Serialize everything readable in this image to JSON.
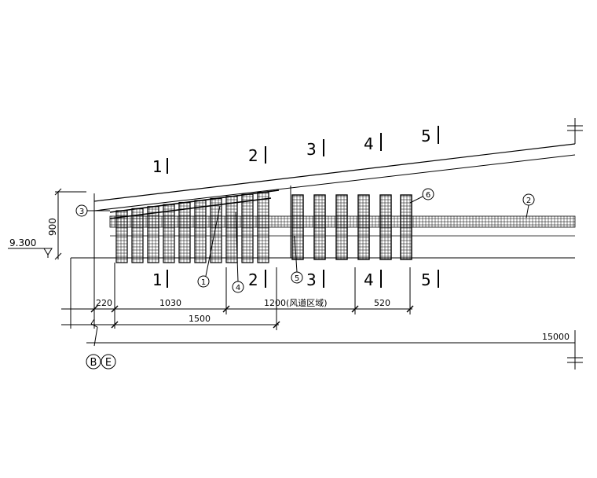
{
  "colors": {
    "ink": "#000000",
    "paper": "#ffffff"
  },
  "section_marks": {
    "top": [
      "1",
      "2",
      "3",
      "4",
      "5"
    ],
    "bottom": [
      "1",
      "2",
      "3",
      "4",
      "5"
    ]
  },
  "callouts": [
    "1",
    "2",
    "3",
    "4",
    "5",
    "6"
  ],
  "level": {
    "elevation": "9.300",
    "height": "900"
  },
  "dimensions": {
    "d220": "220",
    "d1030": "1030",
    "d1200": "1200(风道区域)",
    "d520": "520",
    "d1500": "1500",
    "d15000": "15000"
  },
  "axes": [
    "B",
    "E"
  ]
}
